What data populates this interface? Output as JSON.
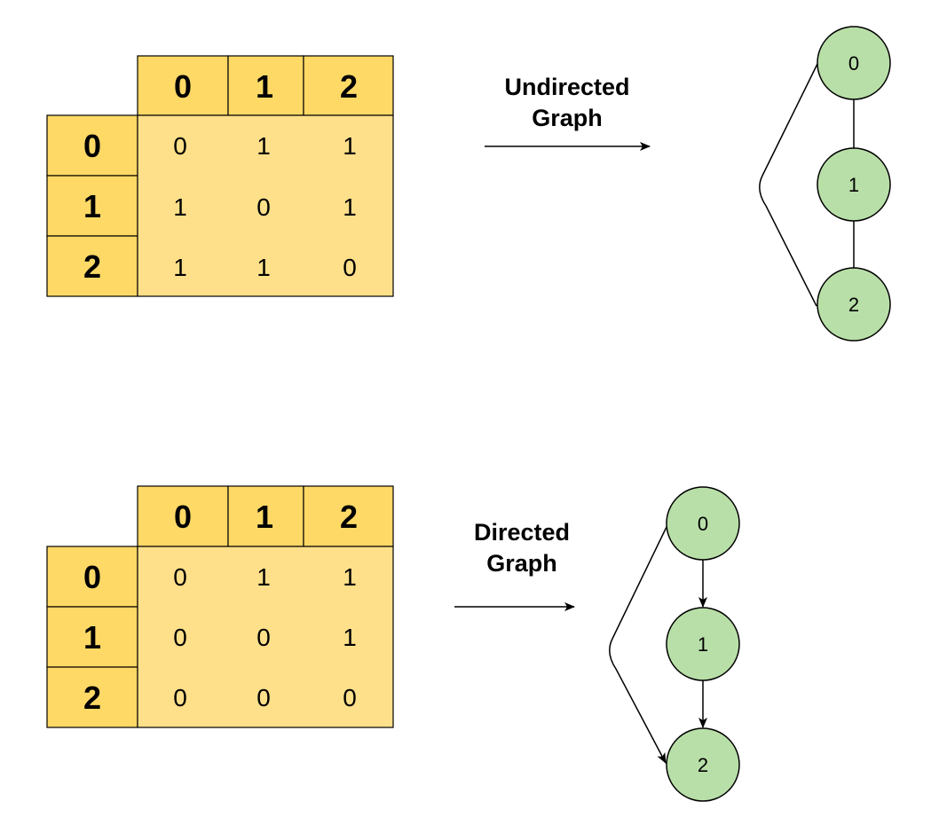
{
  "colors": {
    "header_fill": "#FFD966",
    "body_fill": "#FFE08A",
    "node_fill": "#B9DFA8",
    "stroke": "#000000"
  },
  "undirected": {
    "matrix": {
      "column_headers": [
        "0",
        "1",
        "2"
      ],
      "row_headers": [
        "0",
        "1",
        "2"
      ],
      "cells": [
        [
          "0",
          "1",
          "1"
        ],
        [
          "1",
          "0",
          "1"
        ],
        [
          "1",
          "1",
          "0"
        ]
      ]
    },
    "caption_lines": [
      "Undirected",
      "Graph"
    ],
    "nodes": [
      "0",
      "1",
      "2"
    ],
    "edges": [
      [
        "0",
        "1"
      ],
      [
        "1",
        "2"
      ],
      [
        "0",
        "2"
      ]
    ],
    "directed": false
  },
  "directed": {
    "matrix": {
      "column_headers": [
        "0",
        "1",
        "2"
      ],
      "row_headers": [
        "0",
        "1",
        "2"
      ],
      "cells": [
        [
          "0",
          "1",
          "1"
        ],
        [
          "0",
          "0",
          "1"
        ],
        [
          "0",
          "0",
          "0"
        ]
      ]
    },
    "caption_lines": [
      "Directed",
      "Graph"
    ],
    "nodes": [
      "0",
      "1",
      "2"
    ],
    "edges": [
      [
        "0",
        "1"
      ],
      [
        "1",
        "2"
      ],
      [
        "0",
        "2"
      ]
    ],
    "directed": true
  }
}
